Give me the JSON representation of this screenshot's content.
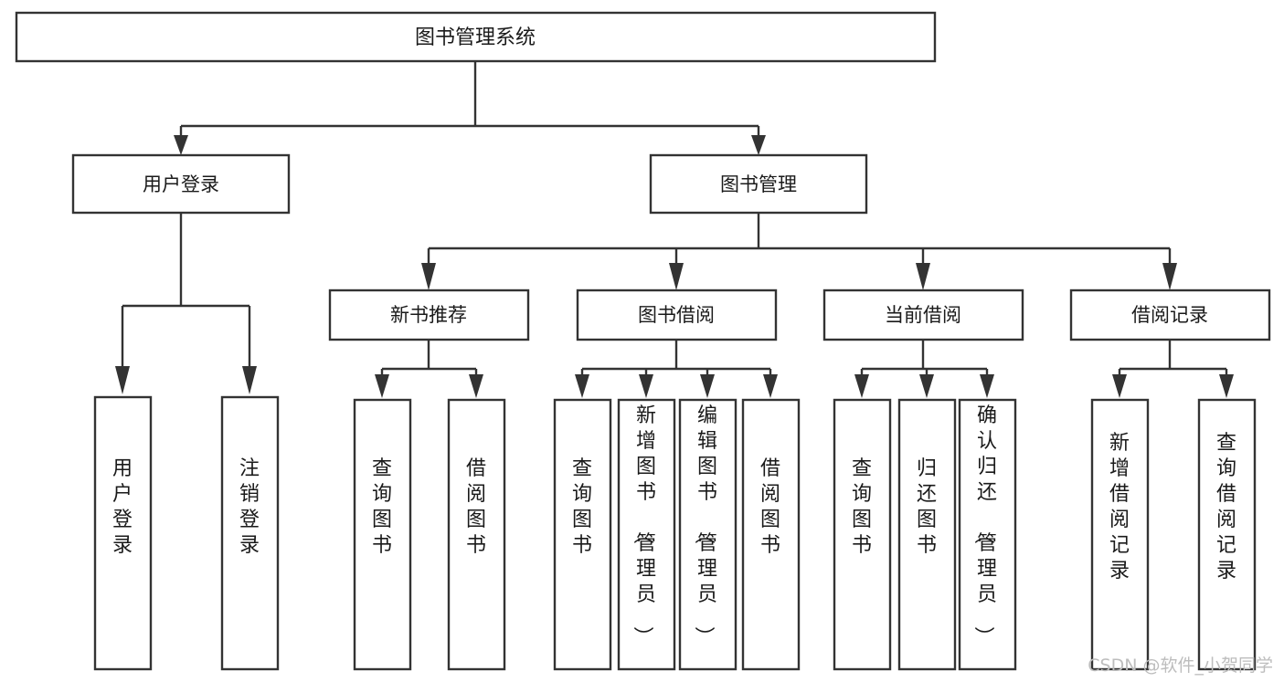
{
  "title": "图书管理系统",
  "watermark": "CSDN @软件_小贺同学",
  "colors": {
    "stroke": "#333333",
    "text": "#1a1a1a",
    "background": "#ffffff",
    "watermark": "#bdbdbd"
  },
  "chart_data": {
    "type": "diagram",
    "diagram_kind": "tree",
    "title": "图书管理系统",
    "orientation": "top-down",
    "levels": 4,
    "nodes": [
      {
        "id": "root",
        "label": "图书管理系统",
        "level": 0,
        "parent": null
      },
      {
        "id": "login",
        "label": "用户登录",
        "level": 1,
        "parent": "root"
      },
      {
        "id": "bookmgmt",
        "label": "图书管理",
        "level": 1,
        "parent": "root"
      },
      {
        "id": "login-1",
        "label": "用户登录",
        "level": 2,
        "parent": "login"
      },
      {
        "id": "login-2",
        "label": "注销登录",
        "level": 2,
        "parent": "login"
      },
      {
        "id": "newbook",
        "label": "新书推荐",
        "level": 2,
        "parent": "bookmgmt"
      },
      {
        "id": "borrow",
        "label": "图书借阅",
        "level": 2,
        "parent": "bookmgmt"
      },
      {
        "id": "current",
        "label": "当前借阅",
        "level": 2,
        "parent": "bookmgmt"
      },
      {
        "id": "record",
        "label": "借阅记录",
        "level": 2,
        "parent": "bookmgmt"
      },
      {
        "id": "newbook-1",
        "label": "查询图书",
        "level": 3,
        "parent": "newbook"
      },
      {
        "id": "newbook-2",
        "label": "借阅图书",
        "level": 3,
        "parent": "newbook"
      },
      {
        "id": "borrow-1",
        "label": "查询图书",
        "level": 3,
        "parent": "borrow"
      },
      {
        "id": "borrow-2",
        "label": "新增图书（管理员）",
        "level": 3,
        "parent": "borrow"
      },
      {
        "id": "borrow-3",
        "label": "编辑图书（管理员）",
        "level": 3,
        "parent": "borrow"
      },
      {
        "id": "borrow-4",
        "label": "借阅图书",
        "level": 3,
        "parent": "borrow"
      },
      {
        "id": "current-1",
        "label": "查询图书",
        "level": 3,
        "parent": "current"
      },
      {
        "id": "current-2",
        "label": "归还图书",
        "level": 3,
        "parent": "current"
      },
      {
        "id": "current-3",
        "label": "确认归还（管理员）",
        "level": 3,
        "parent": "current"
      },
      {
        "id": "record-1",
        "label": "新增借阅记录",
        "level": 3,
        "parent": "record"
      },
      {
        "id": "record-2",
        "label": "查询借阅记录",
        "level": 3,
        "parent": "record"
      }
    ],
    "edges": [
      {
        "from": "root",
        "to": "login"
      },
      {
        "from": "root",
        "to": "bookmgmt"
      },
      {
        "from": "login",
        "to": "login-1"
      },
      {
        "from": "login",
        "to": "login-2"
      },
      {
        "from": "bookmgmt",
        "to": "newbook"
      },
      {
        "from": "bookmgmt",
        "to": "borrow"
      },
      {
        "from": "bookmgmt",
        "to": "current"
      },
      {
        "from": "bookmgmt",
        "to": "record"
      },
      {
        "from": "newbook",
        "to": "newbook-1"
      },
      {
        "from": "newbook",
        "to": "newbook-2"
      },
      {
        "from": "borrow",
        "to": "borrow-1"
      },
      {
        "from": "borrow",
        "to": "borrow-2"
      },
      {
        "from": "borrow",
        "to": "borrow-3"
      },
      {
        "from": "borrow",
        "to": "borrow-4"
      },
      {
        "from": "current",
        "to": "current-1"
      },
      {
        "from": "current",
        "to": "current-2"
      },
      {
        "from": "current",
        "to": "current-3"
      },
      {
        "from": "record",
        "to": "record-1"
      },
      {
        "from": "record",
        "to": "record-2"
      }
    ]
  },
  "nodes": {
    "root": {
      "label": "图书管理系统"
    },
    "login": {
      "label": "用户登录"
    },
    "bookmgmt": {
      "label": "图书管理"
    },
    "newbook": {
      "label": "新书推荐"
    },
    "borrow": {
      "label": "图书借阅"
    },
    "current": {
      "label": "当前借阅"
    },
    "record": {
      "label": "借阅记录"
    },
    "login_1": {
      "label": "用户登录"
    },
    "login_2": {
      "label": "注销登录"
    },
    "newbook_1": {
      "label": "查询图书"
    },
    "newbook_2": {
      "label": "借阅图书"
    },
    "borrow_1": {
      "label": "查询图书"
    },
    "borrow_2": {
      "label": "新增图书（管理员）"
    },
    "borrow_3": {
      "label": "编辑图书（管理员）"
    },
    "borrow_4": {
      "label": "借阅图书"
    },
    "current_1": {
      "label": "查询图书"
    },
    "current_2": {
      "label": "归还图书"
    },
    "current_3": {
      "label": "确认归还（管理员）"
    },
    "record_1": {
      "label": "新增借阅记录"
    },
    "record_2": {
      "label": "查询借阅记录"
    }
  }
}
